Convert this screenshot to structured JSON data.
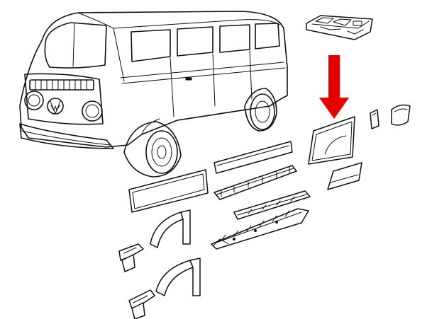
{
  "diagram": {
    "highlight_color": "#e60000",
    "line_color": "#111111",
    "background": "#ffffff",
    "highlighted_part": "rear-quarter-panel",
    "parts": [
      "floor-pan-section",
      "rear-quarter-panel",
      "corner-piece-small",
      "corner-piece-large",
      "lower-rear-panel",
      "long-side-panel-upper",
      "long-side-panel-middle",
      "door-panel-lower",
      "rocker-sill",
      "long-floor-rail",
      "front-wheel-arch",
      "rear-wheel-arch",
      "front-bracket",
      "rear-bracket"
    ]
  }
}
